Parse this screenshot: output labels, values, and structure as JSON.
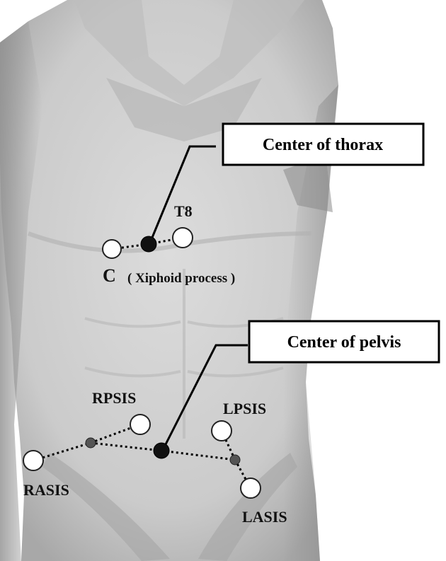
{
  "callouts": {
    "thorax": "Center of thorax",
    "pelvis": "Center of pelvis"
  },
  "markers": {
    "t8": "T8",
    "c": "C",
    "xiphoid": "( Xiphoid process )",
    "rpsis": "RPSIS",
    "lpsis": "LPSIS",
    "rasis": "RASIS",
    "lasis": "LASIS"
  },
  "colors": {
    "background": "#ffffff",
    "skin": "#cfcfcf",
    "skin_shadow": "#9a9a9a",
    "marker_fill": "#ffffff",
    "center_dot": "#111111",
    "mid_dot": "#555555",
    "line": "#000000"
  }
}
